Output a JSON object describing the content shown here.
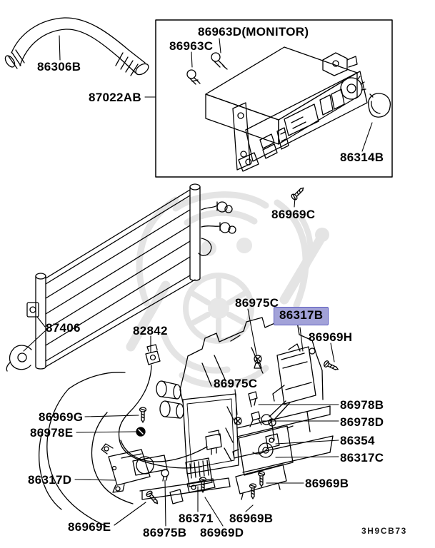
{
  "page": {
    "background_color": "#ffffff",
    "diagram_code": "3H9CB73",
    "highlight": {
      "fill": "#a2a2d8",
      "border": "#5c5cc0"
    }
  },
  "parts": {
    "hose": "86306B",
    "inset_assembly": "87022AB",
    "monitor_bulb": "86963D(MONITOR)",
    "bulb": "86963C",
    "knob": "86314B",
    "screw_c": "86969C",
    "condenser": "87406",
    "antenna_cable": "82842",
    "grommet_top": "86975C",
    "actuator_b": "86317B",
    "screw_h": "86969H",
    "grommet_mid": "86975C",
    "screw_g": "86969G",
    "grommet_e": "86978E",
    "clip_b": "86978B",
    "clip_d": "86978D",
    "sensor": "86354",
    "actuator_c": "86317C",
    "actuator_d": "86317D",
    "screw_b_right": "86969B",
    "screw_e": "86969E",
    "sensor_b": "86975B",
    "resistor": "86371",
    "screw_d": "86969D",
    "screw_b_bottom": "86969B"
  }
}
